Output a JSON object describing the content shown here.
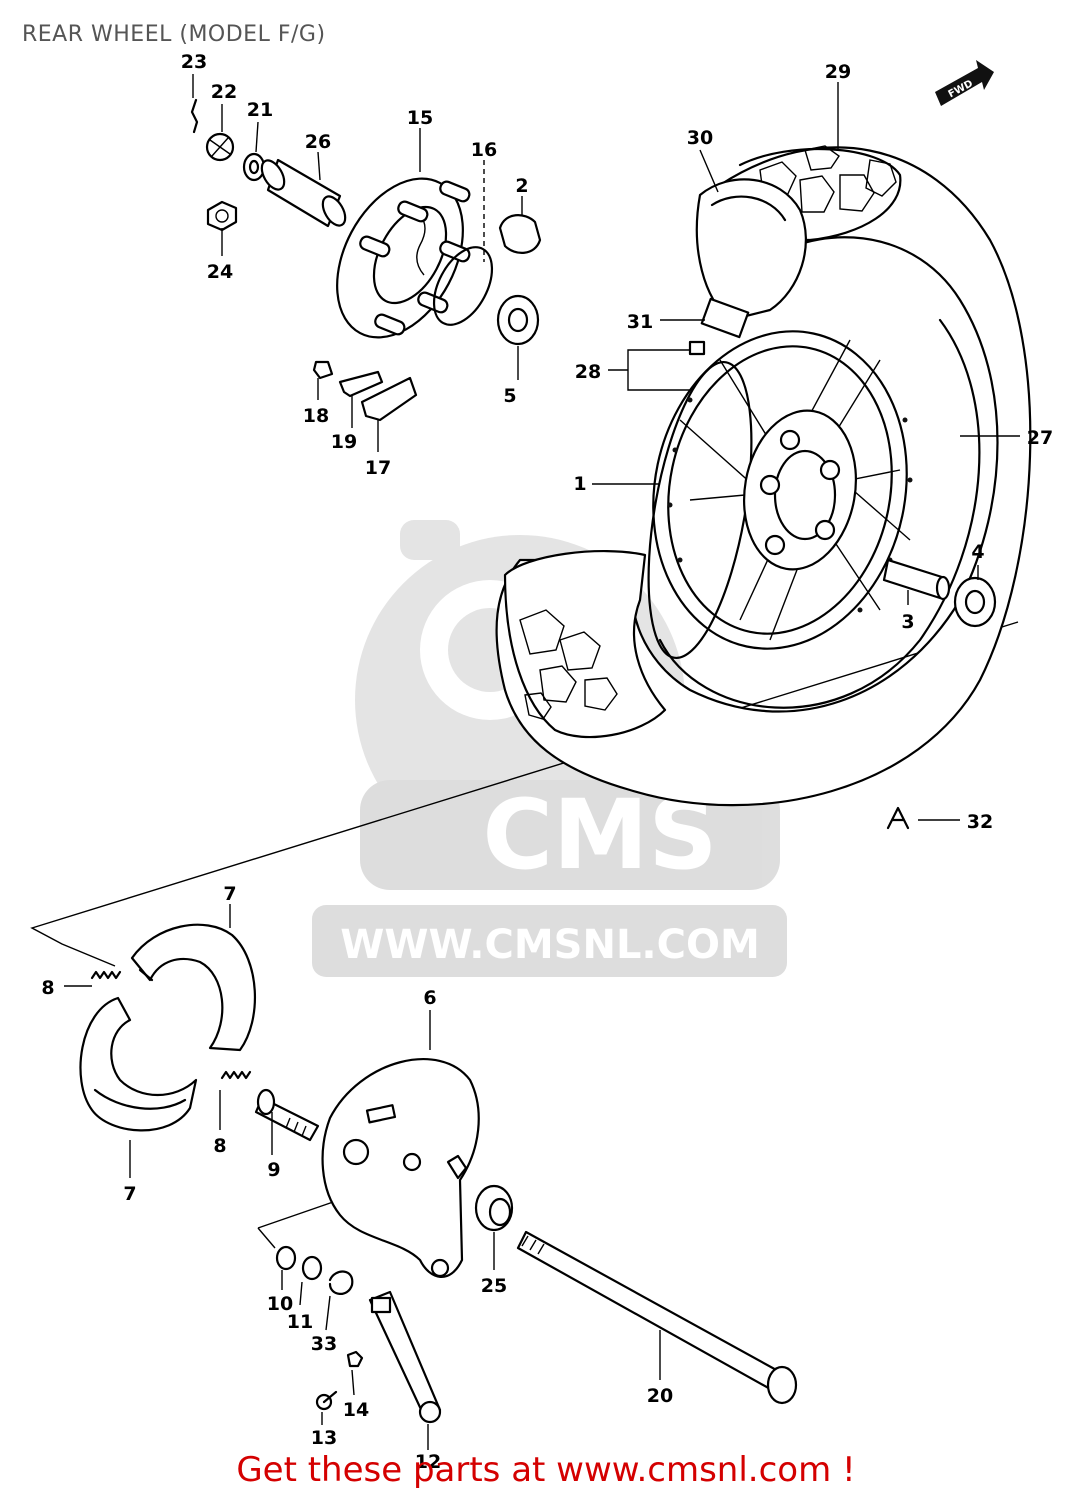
{
  "title": "REAR WHEEL (MODEL F/G)",
  "watermark": {
    "brand": "CMS",
    "url": "WWW.CMSNL.COM"
  },
  "footer": {
    "text": "Get these parts at www.cmsnl.com !"
  },
  "direction_badge": "FWD",
  "callouts": {
    "c1": "1",
    "c2": "2",
    "c3": "3",
    "c4": "4",
    "c5": "5",
    "c6": "6",
    "c7a": "7",
    "c7b": "7",
    "c8a": "8",
    "c8b": "8",
    "c9": "9",
    "c10": "10",
    "c11": "11",
    "c12": "12",
    "c13": "13",
    "c14": "14",
    "c15": "15",
    "c16": "16",
    "c17": "17",
    "c18": "18",
    "c19": "19",
    "c20": "20",
    "c21": "21",
    "c22": "22",
    "c23": "23",
    "c24": "24",
    "c25": "25",
    "c26": "26",
    "c27": "27",
    "c28": "28",
    "c29": "29",
    "c30": "30",
    "c31": "31",
    "c32": "32",
    "c33": "33"
  },
  "colors": {
    "title": "#555555",
    "footer": "#d40000",
    "watermark": "#dddddd"
  }
}
